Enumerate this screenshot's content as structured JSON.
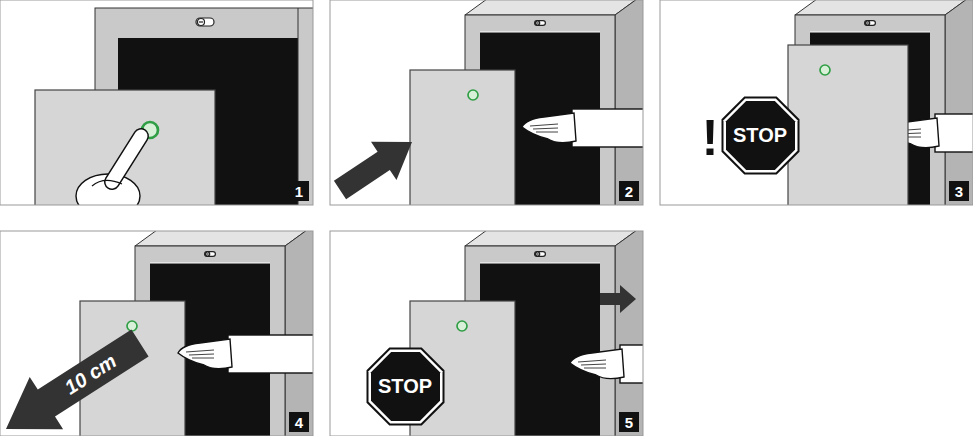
{
  "diagram": {
    "nodes": [
      {
        "text": [
          "STOP"
        ]
      },
      {
        "text": [
          "STOP"
        ]
      }
    ],
    "labels": [
      "1",
      "2",
      "!",
      "3",
      "10 cm",
      "4",
      "5"
    ]
  }
}
